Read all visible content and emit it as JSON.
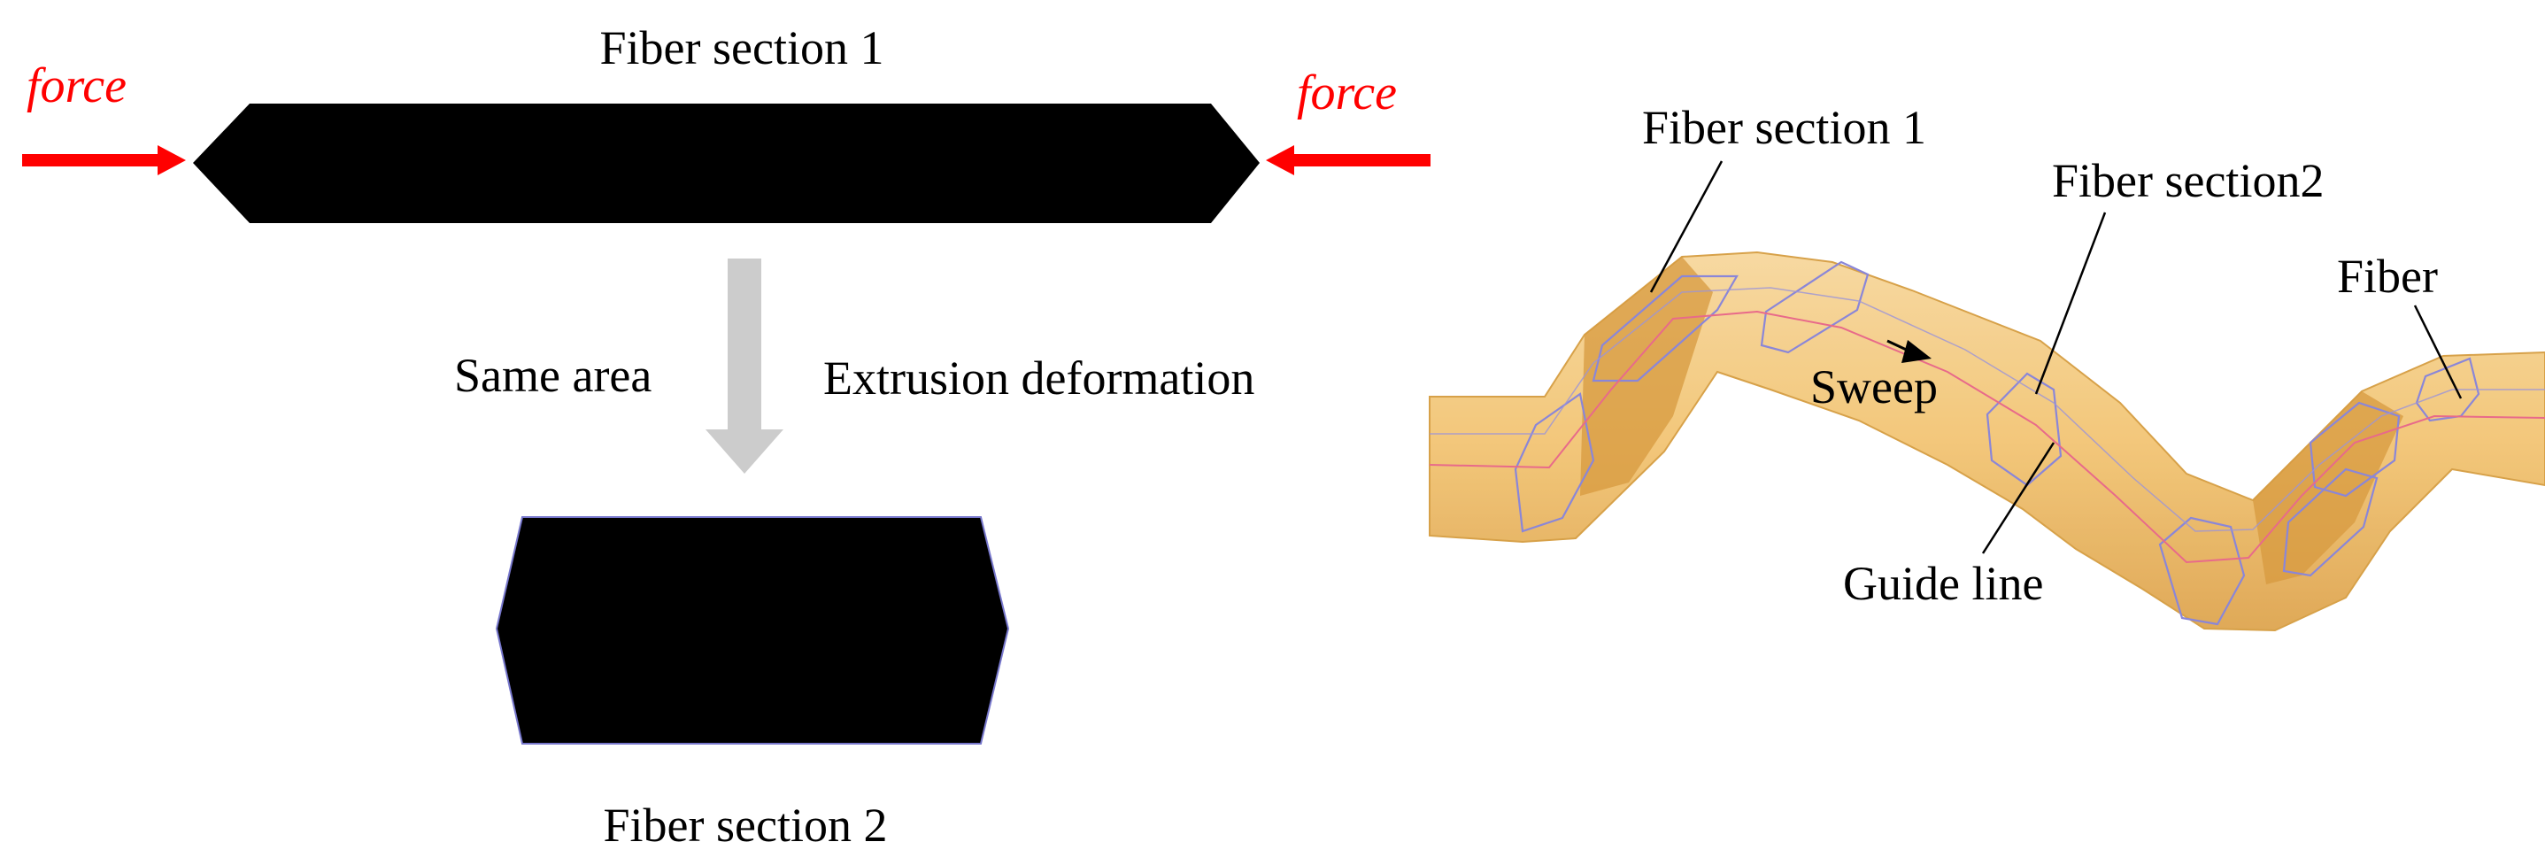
{
  "left_panel": {
    "top_label": "Fiber section 1",
    "bottom_label": "Fiber section 2",
    "force_left": "force",
    "force_right": "force",
    "arrow_left_text": "Same area",
    "arrow_right_text": "Extrusion deformation"
  },
  "right_panel": {
    "label_section1": "Fiber section 1",
    "label_section2": "Fiber section2",
    "label_fiber": "Fiber",
    "label_sweep": "Sweep",
    "label_guide": "Guide line"
  },
  "colors": {
    "force_arrow": "#ff0000",
    "shape_fill": "#000000",
    "down_arrow": "#cccccc",
    "fiber_fill": "#f2c26c",
    "fiber_edge": "#d49a3a",
    "wire_line": "#8a86d8",
    "guide_line": "#e86a8a"
  }
}
